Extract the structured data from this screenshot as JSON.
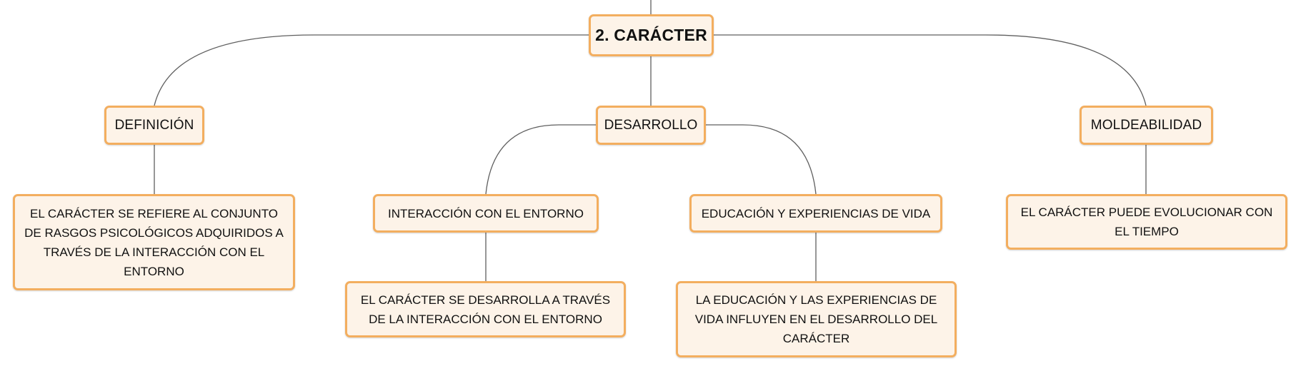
{
  "root": {
    "label": "2. CARÁCTER"
  },
  "branches": {
    "definicion": {
      "label": "DEFINICIÓN",
      "detail": "EL CARÁCTER SE REFIERE AL CONJUNTO DE RASGOS PSICOLÓGICOS ADQUIRIDOS A TRAVÉS DE LA INTERACCIÓN CON EL ENTORNO"
    },
    "desarrollo": {
      "label": "DESARROLLO",
      "children": {
        "interaccion": {
          "label": "INTERACCIÓN CON EL ENTORNO",
          "detail": "EL CARÁCTER SE DESARROLLA A TRAVÉS DE LA INTERACCIÓN CON EL ENTORNO"
        },
        "educacion": {
          "label": "EDUCACIÓN Y EXPERIENCIAS DE VIDA",
          "detail": "LA EDUCACIÓN Y LAS EXPERIENCIAS DE VIDA INFLUYEN EN EL DESARROLLO DEL CARÁCTER"
        }
      }
    },
    "moldeabilidad": {
      "label": "MOLDEABILIDAD",
      "detail": "EL CARÁCTER PUEDE EVOLUCIONAR CON EL TIEMPO"
    }
  },
  "colors": {
    "node_fill": "#fdf3e8",
    "node_border": "#f3ae5f",
    "connector": "#5f5f5f"
  }
}
